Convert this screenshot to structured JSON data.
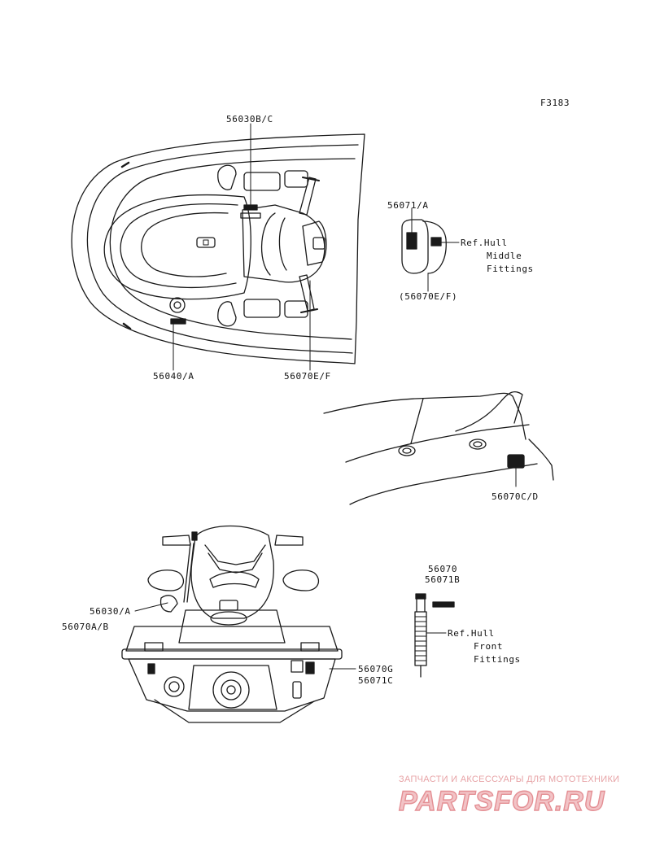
{
  "figure_code": "F3183",
  "labels": {
    "l_56030bc": "56030B/C",
    "l_56071a": "56071/A",
    "l_refhull_mid_1": "Ref.Hull",
    "l_refhull_mid_2": "Middle",
    "l_refhull_mid_3": "Fittings",
    "l_56070ef_paren": "(56070E/F)",
    "l_56040a": "56040/A",
    "l_56070ef": "56070E/F",
    "l_56070cd": "56070C/D",
    "l_56070": "56070",
    "l_56071b": "56071B",
    "l_56030a": "56030/A",
    "l_56070ab": "56070A/B",
    "l_refhull_front_1": "Ref.Hull",
    "l_refhull_front_2": "Front",
    "l_refhull_front_3": "Fittings",
    "l_56070g": "56070G",
    "l_56071c": "56071C"
  },
  "watermark": {
    "tagline": "ЗАПЧАСТИ И АКСЕССУАРЫ ДЛЯ МОТОТЕХНИКИ",
    "logo": "PARTSFOR.RU"
  },
  "colors": {
    "line": "#1a1a1a",
    "watermark": "#e48f94"
  }
}
